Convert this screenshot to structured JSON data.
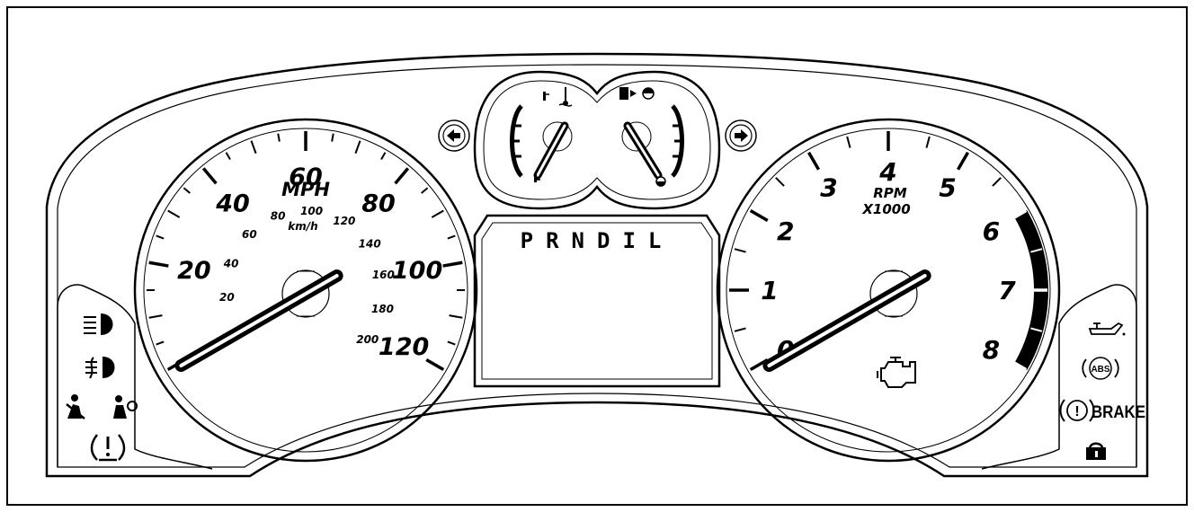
{
  "speedometer": {
    "mph_label": "MPH",
    "kmh_label": "km/h",
    "mph_marks": [
      {
        "label": "20",
        "value": 20
      },
      {
        "label": "40",
        "value": 40
      },
      {
        "label": "60",
        "value": 60
      },
      {
        "label": "80",
        "value": 80
      },
      {
        "label": "100",
        "value": 100
      },
      {
        "label": "120",
        "value": 120
      }
    ],
    "kmh_marks": [
      {
        "label": "20",
        "value": 20
      },
      {
        "label": "40",
        "value": 40
      },
      {
        "label": "60",
        "value": 60
      },
      {
        "label": "80",
        "value": 80
      },
      {
        "label": "100",
        "value": 100
      },
      {
        "label": "120",
        "value": 120
      },
      {
        "label": "140",
        "value": 140
      },
      {
        "label": "160",
        "value": 160
      },
      {
        "label": "180",
        "value": 180
      },
      {
        "label": "200",
        "value": 200
      }
    ],
    "max_mph": 120,
    "needle_mph": 0
  },
  "tachometer": {
    "label_line1": "RPM",
    "label_line2": "X1000",
    "marks": [
      {
        "label": "0",
        "value": 0
      },
      {
        "label": "1",
        "value": 1
      },
      {
        "label": "2",
        "value": 2
      },
      {
        "label": "3",
        "value": 3
      },
      {
        "label": "4",
        "value": 4
      },
      {
        "label": "5",
        "value": 5
      },
      {
        "label": "6",
        "value": 6
      },
      {
        "label": "7",
        "value": 7
      },
      {
        "label": "8",
        "value": 8
      }
    ],
    "max": 8,
    "redline_start": 6,
    "needle_value": 0
  },
  "gear_display": {
    "text": "PRNDIL"
  },
  "temp_gauge": {
    "icon": "coolant-temp-icon",
    "needle_fraction": 0
  },
  "fuel_gauge": {
    "icon": "fuel-pump-icon",
    "needle_fraction": 0
  },
  "turn_signals": [
    "left-arrow-icon",
    "right-arrow-icon"
  ],
  "left_indicators": [
    "headlamp-icon",
    "fog-lamp-icon",
    "seatbelt-icon",
    "airbag-icon",
    "tire-pressure-icon"
  ],
  "right_indicators": {
    "icons": [
      "oil-pressure-icon",
      "abs-icon",
      "brake-warning-icon",
      "security-lock-icon"
    ],
    "abs_label": "ABS",
    "brake_label": "BRAKE",
    "brake_symbol": "!"
  },
  "check_engine": {
    "icon": "check-engine-icon"
  }
}
